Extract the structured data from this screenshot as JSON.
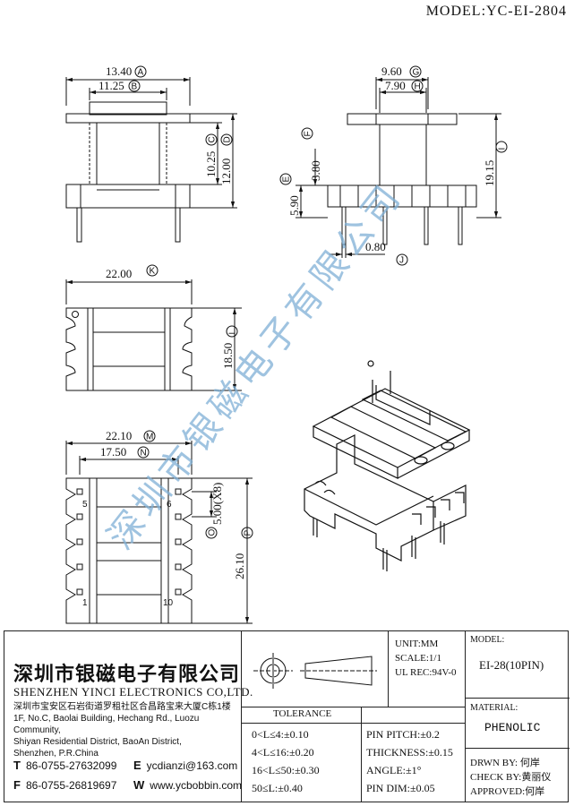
{
  "model": "MODEL:YC-EI-2804",
  "dims": {
    "A": "13.40",
    "A_tag": "A",
    "B": "11.25",
    "B_tag": "B",
    "C": "10.25",
    "C_tag": "C",
    "D": "12.00",
    "D_tag": "D",
    "E": "5.90",
    "E_tag": "E",
    "F": "3.80",
    "F_tag": "F",
    "G": "9.60",
    "G_tag": "G",
    "H": "7.90",
    "H_tag": "H",
    "I": "19.15",
    "I_tag": "I",
    "J": "0.80",
    "J_tag": "J",
    "K": "22.00",
    "K_tag": "K",
    "L": "18.50",
    "L_tag": "L",
    "M": "22.10",
    "M_tag": "M",
    "N": "17.50",
    "N_tag": "N",
    "O": "5.00(X8)",
    "O_tag": "O",
    "P": "26.10",
    "P_tag": "P"
  },
  "pins": {
    "p5": "5",
    "p6": "6",
    "p1": "1",
    "p10": "10"
  },
  "watermark": "深圳市银磁电子有限公司",
  "company": {
    "cn": "深圳市银磁电子有限公司",
    "en": "SHENZHEN YINCI ELECTRONICS CO,LTD.",
    "addr": [
      "深圳市宝安区石岩街道罗租社区合昌路宝来大厦C栋1楼",
      "1F, No.C, Baolai Building, Hechang Rd., Luozu Community,",
      "Shiyan Residential District, BaoAn District,",
      "Shenzhen, P.R.China"
    ],
    "tel_label": "T",
    "tel": "86-0755-27632099",
    "fax_label": "F",
    "fax": "86-0755-26819697",
    "email_label": "E",
    "email": "ycdianzi@163.com",
    "web_label": "W",
    "web": "www.ycbobbin.com"
  },
  "spec": {
    "unit": "UNIT:MM",
    "scale": "SCALE:1/1",
    "ul": "UL REC:94V-0",
    "model_label": "MODEL:",
    "model_value": "EI-28(10PIN)",
    "material_label": "MATERIAL:",
    "material_value": "PHENOLIC",
    "tolerance_title": "TOLERANCE",
    "tol": [
      "0<L≤4:±0.10",
      "4<L≤16:±0.20",
      "16<L≤50:±0.30",
      "50≤L:±0.40"
    ],
    "tol2": [
      "PIN PITCH:±0.2",
      "THICKNESS:±0.15",
      "ANGLE:±1°",
      "PIN DIM:±0.05"
    ],
    "drawn": "DRWN BY: 何岸",
    "check": "CHECK BY:黄丽仪",
    "approved": "APPROVED:何岸"
  }
}
